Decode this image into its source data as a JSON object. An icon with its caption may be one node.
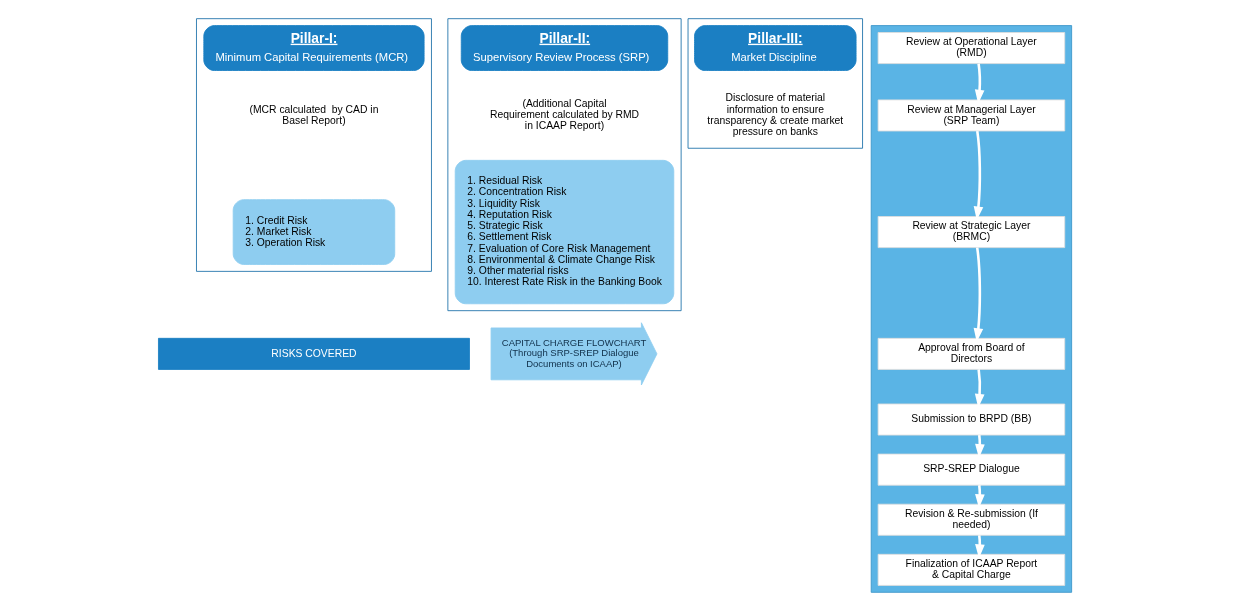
{
  "diagram": {
    "nodes": [
      {
        "text": [],
        "shape": "box"
      },
      {
        "text": [
          "Pillar-I:",
          "Minimum Capital Requirements (MCR)"
        ],
        "in": 0,
        "beside": [
          "(MCR calculated  by CAD in Basel Report)"
        ]
      },
      {
        "text": [
          "1. Credit Risk",
          "2. Market Risk",
          "3. Operation Risk"
        ],
        "in": 0
      },
      {
        "text": [],
        "shape": "box"
      },
      {
        "text": [
          "Pillar-II:",
          "Supervisory Review Process (SRP)"
        ],
        "in": 3,
        "beside": [
          "(Additional Capital Requirement calculated by RMD in ICAAP Report)"
        ]
      },
      {
        "text": [
          "1. Residual Risk",
          "2. Concentration Risk",
          "3. Liquidity Risk",
          "4. Reputation Risk",
          "5. Strategic Risk",
          "6. Settlement Risk",
          "7. Evaluation of Core Risk Management",
          "8. Environmental & Climate Change Risk",
          "9. Other material risks",
          "10. Interest Rate Risk in the Banking Book"
        ],
        "in": 3
      },
      {
        "text": [],
        "shape": "box"
      },
      {
        "text": [
          "Pillar-III:",
          "Market Discipline"
        ],
        "in": 6,
        "beside": [
          "Disclosure of material information to ensure transparency & create market pressure on banks"
        ]
      },
      {
        "text": [
          "RISKS COVERED"
        ]
      },
      {
        "text": [
          "CAPITAL CHARGE FLOWCHART (Through SRP-SREP Dialogue Documents on ICAAP)"
        ]
      },
      {
        "text": [],
        "shape": "box"
      },
      {
        "text": [
          "Review at Operational Layer (RMD)"
        ],
        "in": 10
      },
      {
        "text": [
          "Review at Managerial Layer (SRP Team)"
        ],
        "in": 10
      },
      {
        "text": [
          "Review at Strategic Layer (BRMC)"
        ],
        "in": 10
      },
      {
        "text": [
          "Approval from Board of Directors"
        ],
        "in": 10
      },
      {
        "text": [
          "Submission to BRPD (BB)"
        ],
        "in": 10
      },
      {
        "text": [
          "SRP-SREP Dialogue"
        ],
        "in": 10
      },
      {
        "text": [
          "Revision & Re-submission (If needed)"
        ],
        "in": 10
      },
      {
        "text": [
          "Finalization of ICAAP Report & Capital Charge"
        ],
        "in": 10
      }
    ],
    "edges": [
      {
        "from": 11,
        "to": 12,
        "arrow": "to"
      },
      {
        "from": 12,
        "to": 13,
        "arrow": "to"
      },
      {
        "from": 13,
        "to": 14,
        "arrow": "to"
      },
      {
        "from": 14,
        "to": 15,
        "arrow": "to"
      },
      {
        "from": 15,
        "to": 16,
        "arrow": "to"
      },
      {
        "from": 16,
        "to": 17,
        "arrow": "to"
      },
      {
        "from": 17,
        "to": 18,
        "arrow": "to"
      }
    ]
  }
}
